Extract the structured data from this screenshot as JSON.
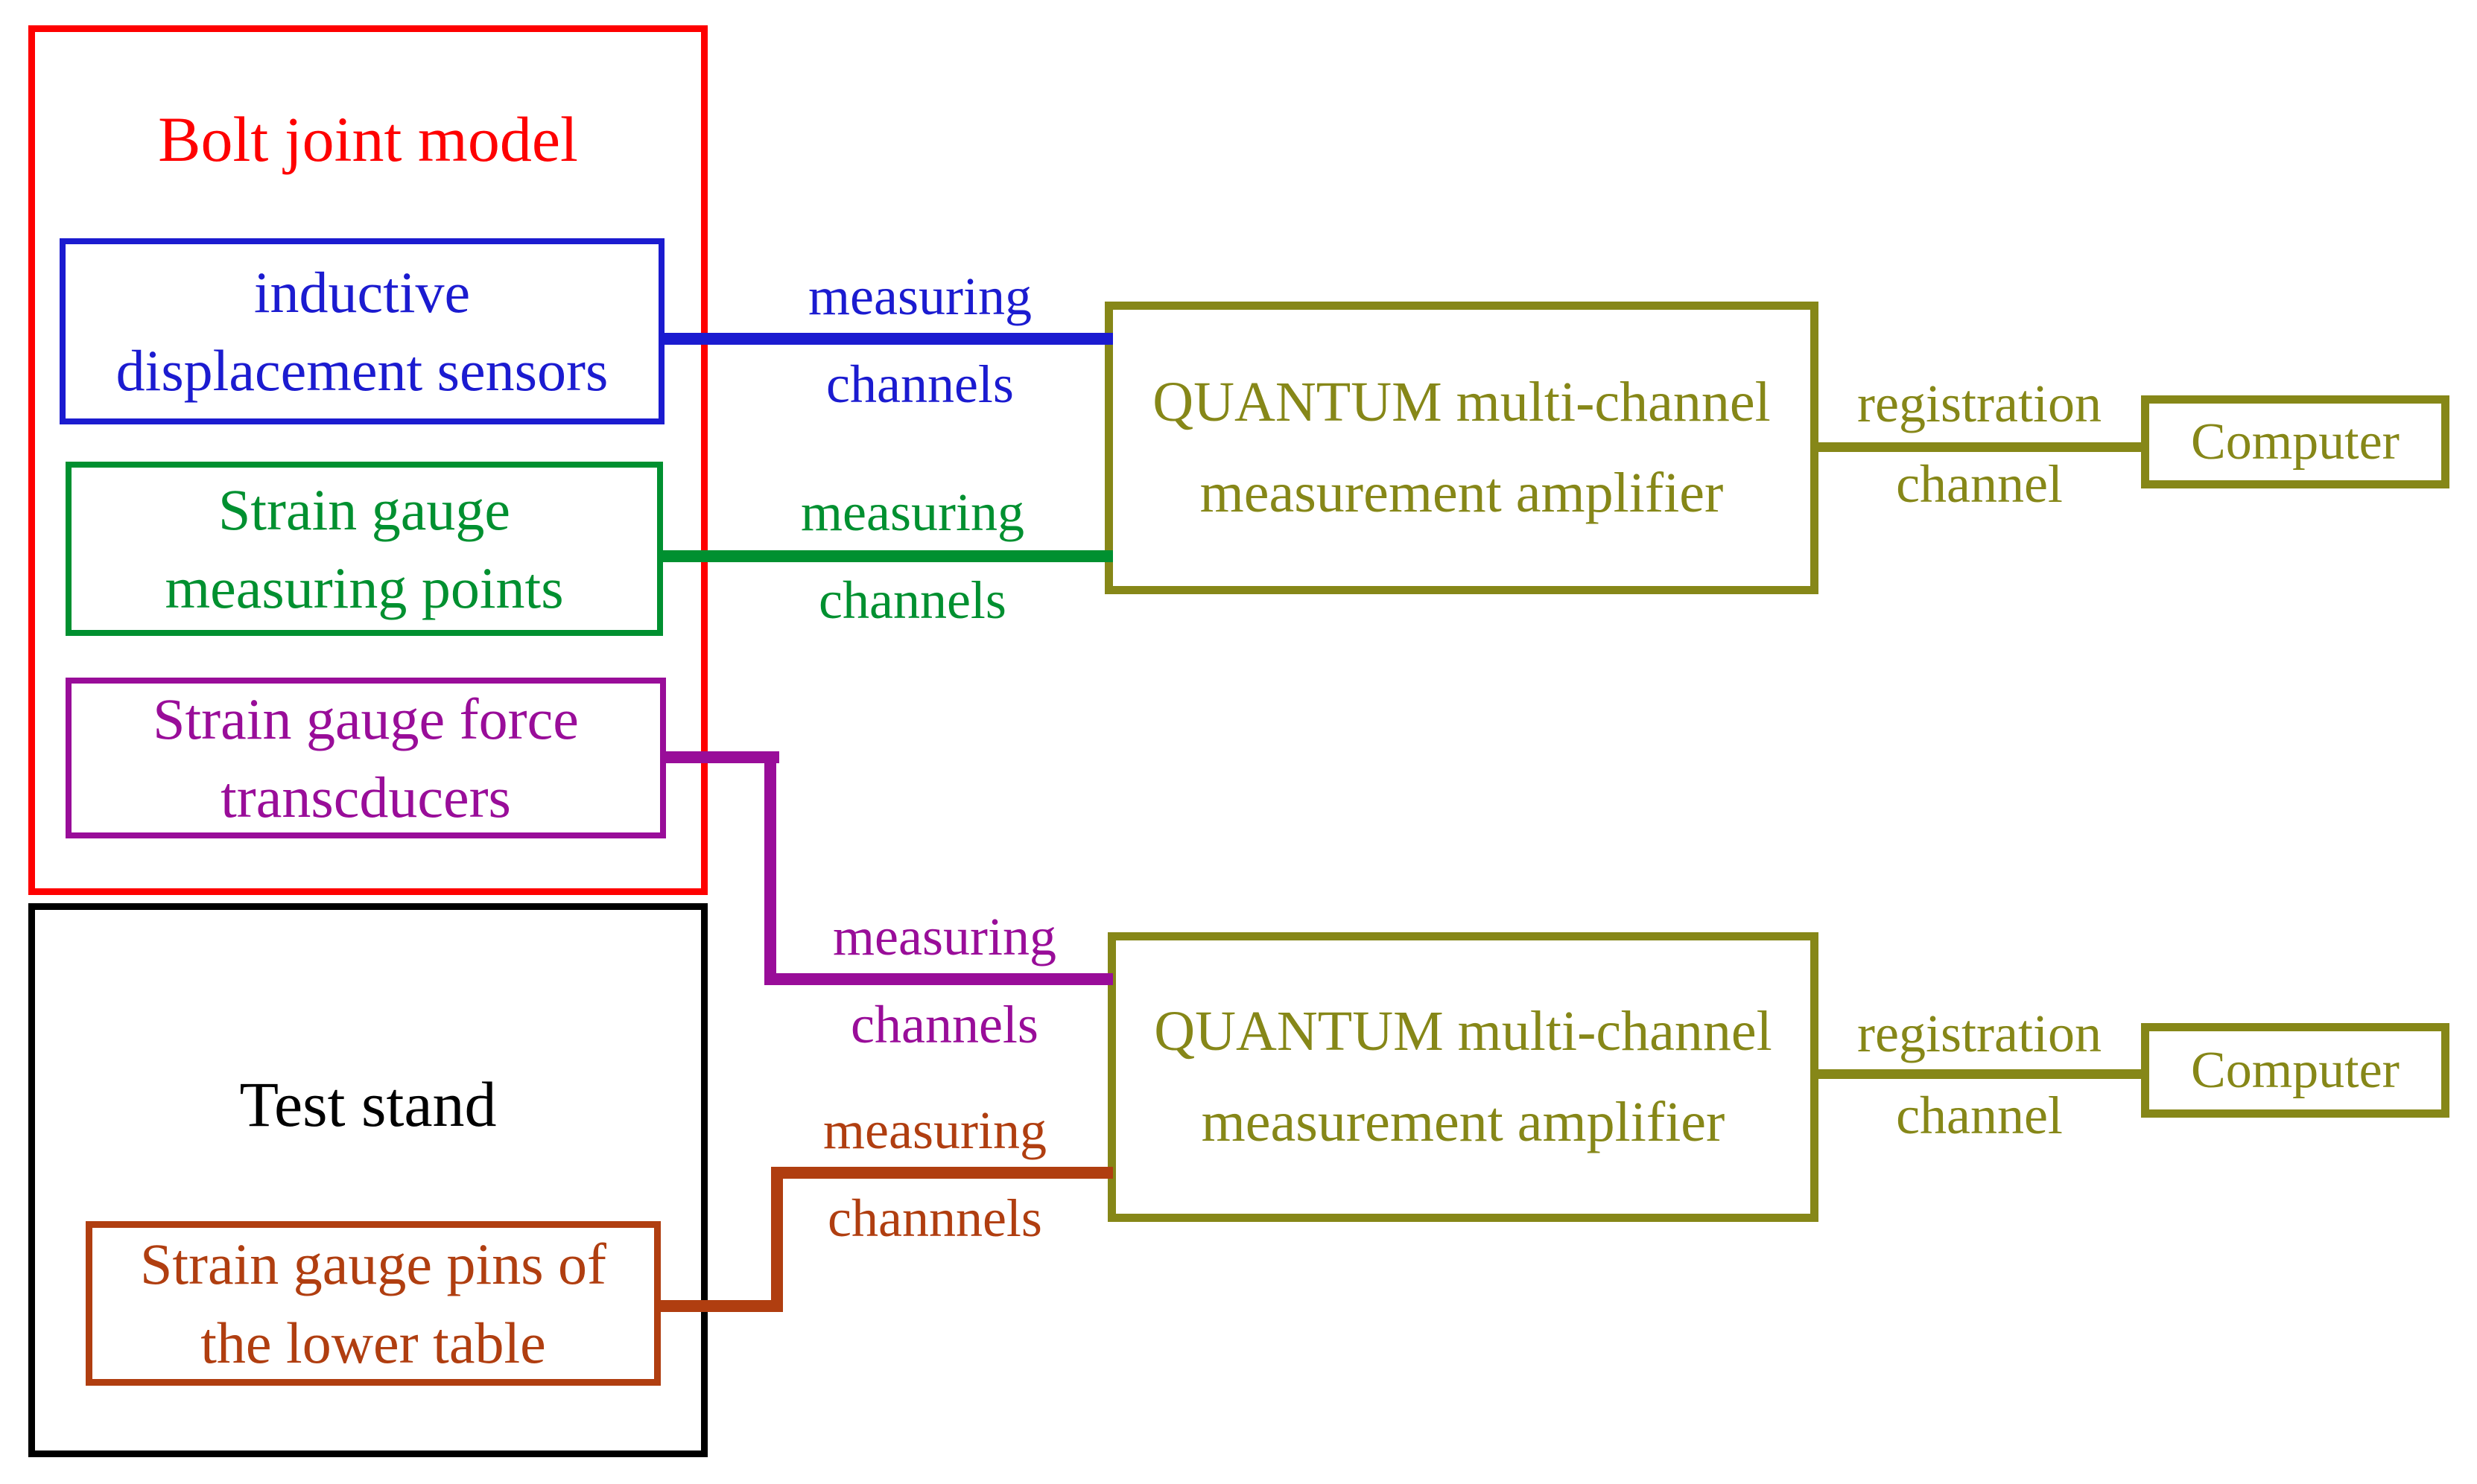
{
  "colors": {
    "red": "#fe0000",
    "blue": "#1b1bd0",
    "green": "#009030",
    "purple": "#990d99",
    "brown": "#b03e10",
    "olive": "#868718",
    "black": "#000000",
    "background": "#ffffff"
  },
  "bolt_joint_model": {
    "title": "Bolt joint model",
    "inductive_sensors_label": "inductive\ndisplacement sensors",
    "strain_gauge_points_label": "Strain gauge\nmeasuring points",
    "force_transducers_label": "Strain gauge force\ntranscducers"
  },
  "test_stand": {
    "title": "Test stand",
    "strain_gauge_pins_label": "Strain gauge pins of\nthe lower table"
  },
  "amplifier_top": {
    "label": "QUANTUM multi-channel\nmeasurement amplifier"
  },
  "amplifier_bottom": {
    "label": "QUANTUM multi-channel\nmeasurement amplifier"
  },
  "computer_top": {
    "label": "Computer"
  },
  "computer_bottom": {
    "label": "Computer"
  },
  "connectors": {
    "inductive": {
      "word_top": "measuring",
      "word_bottom": "channels"
    },
    "strain_points": {
      "word_top": "measuring",
      "word_bottom": "channels"
    },
    "force": {
      "word_top": "measuring",
      "word_bottom": "channels"
    },
    "pins": {
      "word_top": "measuring",
      "word_bottom": "channnels"
    },
    "registration_top": {
      "word_top": "registration",
      "word_bottom": "channel"
    },
    "registration_bottom": {
      "word_top": "registration",
      "word_bottom": "channel"
    }
  }
}
